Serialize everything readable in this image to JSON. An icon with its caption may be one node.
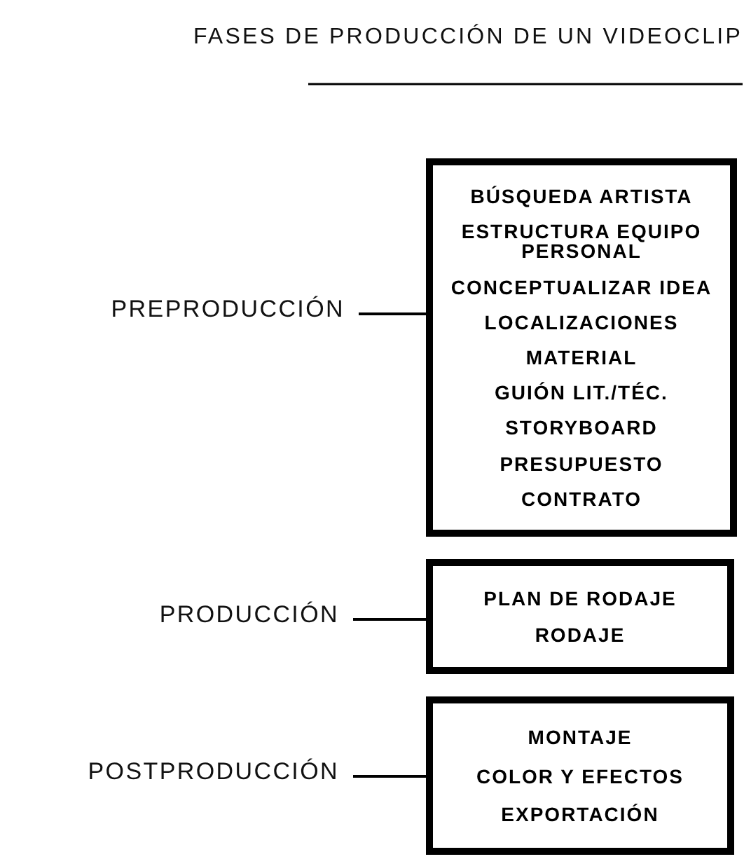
{
  "diagram": {
    "title": "FASES DE PRODUCCIÓN DE UN VIDEOCLIP",
    "nodes": [
      {
        "text": [
          "PREPRODUCCIÓN"
        ]
      },
      {
        "text": [
          "BÚSQUEDA ARTISTA",
          "ESTRUCTURA EQUIPO PERSONAL",
          "CONCEPTUALIZAR IDEA",
          "LOCALIZACIONES",
          "MATERIAL",
          "GUIÓN LIT./TÉC.",
          "STORYBOARD",
          "PRESUPUESTO",
          "CONTRATO"
        ]
      },
      {
        "text": [
          "PRODUCCIÓN"
        ]
      },
      {
        "text": [
          "PLAN DE RODAJE",
          "RODAJE"
        ]
      },
      {
        "text": [
          "POSTPRODUCCIÓN"
        ]
      },
      {
        "text": [
          "MONTAJE",
          "COLOR Y EFECTOS",
          "EXPORTACIÓN"
        ]
      }
    ],
    "edges": [
      {
        "from": 0,
        "to": 1,
        "arrow": "none"
      },
      {
        "from": 2,
        "to": 3,
        "arrow": "none"
      },
      {
        "from": 4,
        "to": 5,
        "arrow": "none"
      }
    ]
  }
}
